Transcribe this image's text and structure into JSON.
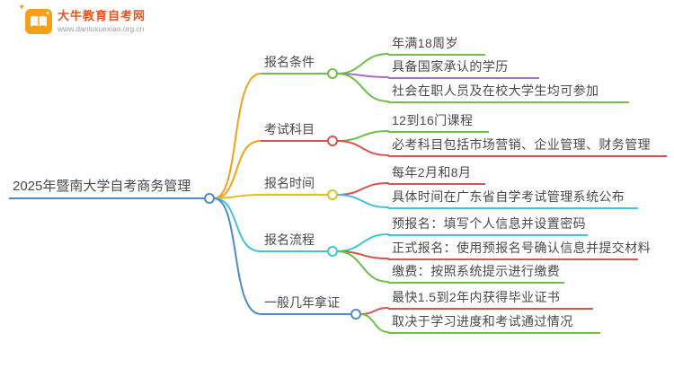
{
  "logo": {
    "title": "大牛教育自考网",
    "url": "www.daniuxuexiao.org.cn",
    "icon": "book-icon",
    "sparkle": "✦"
  },
  "root": {
    "label": "2025年暨南大学自考商务管理"
  },
  "branches": [
    {
      "label": "报名条件",
      "children": [
        {
          "label": "年满18周岁"
        },
        {
          "label": "具备国家承认的学历"
        },
        {
          "label": "社会在职人员及在校大学生均可参加"
        }
      ]
    },
    {
      "label": "考试科目",
      "children": [
        {
          "label": "12到16门课程"
        },
        {
          "label": "必考科目包括市场营销、企业管理、财务管理"
        }
      ]
    },
    {
      "label": "报名时间",
      "children": [
        {
          "label": "每年2月和8月"
        },
        {
          "label": "具体时间在广东省自学考试管理系统公布"
        }
      ]
    },
    {
      "label": "报名流程",
      "children": [
        {
          "label": "预报名：填写个人信息并设置密码"
        },
        {
          "label": "正式报名：使用预报名号确认信息并提交材料"
        },
        {
          "label": "缴费：按照系统提示进行缴费"
        }
      ]
    },
    {
      "label": "一般几年拿证",
      "children": [
        {
          "label": "最快1.5到2年内获得毕业证书"
        },
        {
          "label": "取决于学习进度和考试通过情况"
        }
      ]
    }
  ],
  "palette": {
    "blue": "#4e8ac6",
    "orange": "#f5a01b",
    "green": "#6cbf47",
    "red": "#d9544e",
    "purple": "#a76fc4",
    "cyan": "#3fc6d4",
    "yellow": "#d8c41d",
    "text": "#4a4a4a",
    "logo": "#e8541e"
  }
}
